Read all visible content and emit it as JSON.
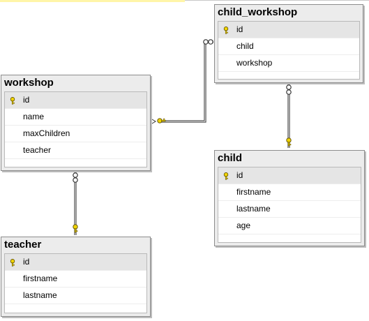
{
  "tables": {
    "workshop": {
      "title": "workshop",
      "columns": [
        "id",
        "name",
        "maxChildren",
        "teacher"
      ]
    },
    "child_workshop": {
      "title": "child_workshop",
      "columns": [
        "id",
        "child",
        "workshop"
      ]
    },
    "child": {
      "title": "child",
      "columns": [
        "id",
        "firstname",
        "lastname",
        "age"
      ]
    },
    "teacher": {
      "title": "teacher",
      "columns": [
        "id",
        "firstname",
        "lastname"
      ]
    }
  },
  "colors": {
    "key": "#f0d400",
    "connector": "#444444"
  }
}
